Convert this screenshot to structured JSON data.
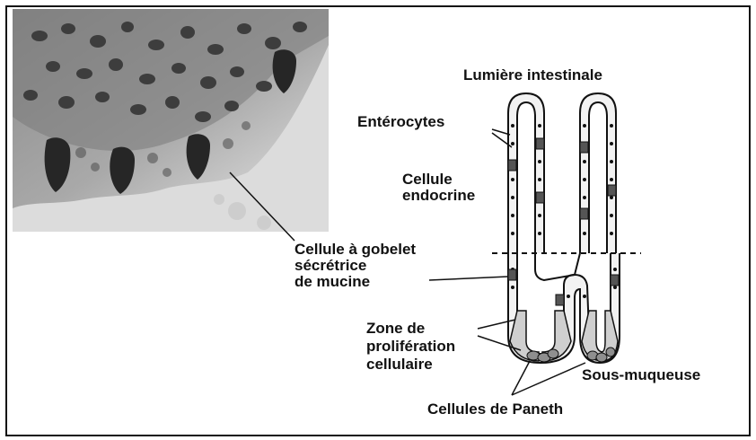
{
  "labels": {
    "lumen": "Lumière intestinale",
    "enterocytes": "Entérocytes",
    "endocrine_1": "Cellule",
    "endocrine_2": "endocrine",
    "goblet_1": "Cellule à gobelet",
    "goblet_2": "sécrétrice",
    "goblet_3": "de mucine",
    "prolif_1": "Zone de",
    "prolif_2": "prolifération",
    "prolif_3": "cellulaire",
    "submucosa": "Sous-muqueuse",
    "paneth": "Cellules de Paneth"
  }
}
